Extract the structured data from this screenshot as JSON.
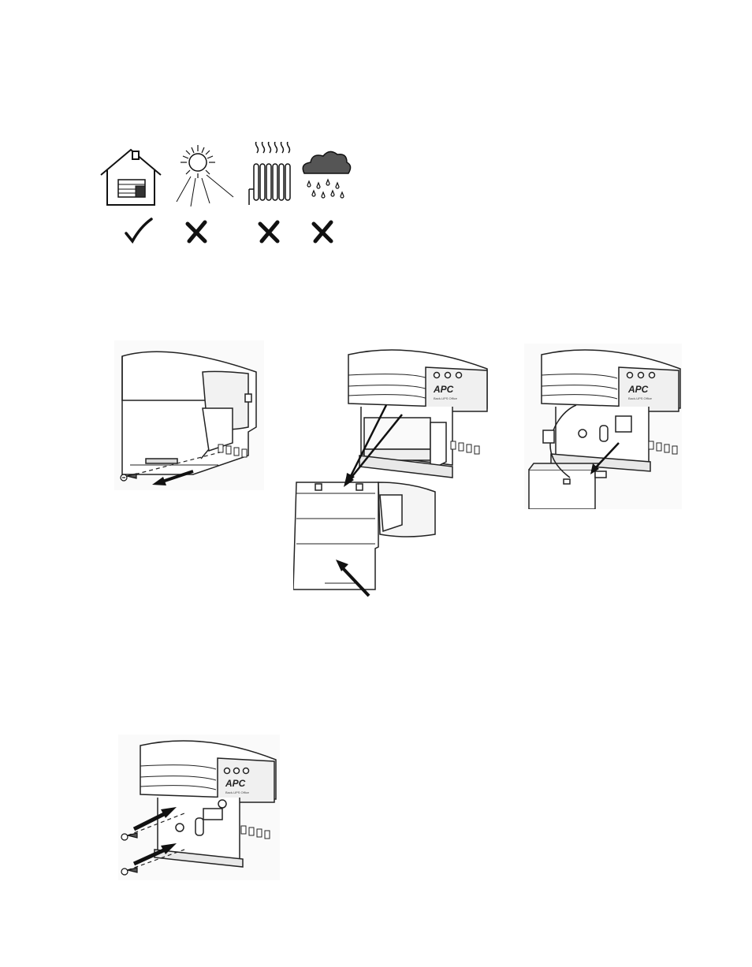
{
  "environment_icons": [
    {
      "icon": "indoor-house-icon",
      "verdict": "check-mark-icon"
    },
    {
      "icon": "direct-sunlight-icon",
      "verdict": "x-mark-icon"
    },
    {
      "icon": "heat-source-radiator-icon",
      "verdict": "x-mark-icon"
    },
    {
      "icon": "rain-outdoor-icon",
      "verdict": "x-mark-icon"
    }
  ],
  "brand": {
    "logo_text": "APC",
    "product_text": "Back-UPS Office"
  },
  "illustrations": [
    "remove-cover-screw-illustration",
    "remove-cover-illustration",
    "connect-battery-illustration",
    "wall-mount-screws-illustration"
  ]
}
